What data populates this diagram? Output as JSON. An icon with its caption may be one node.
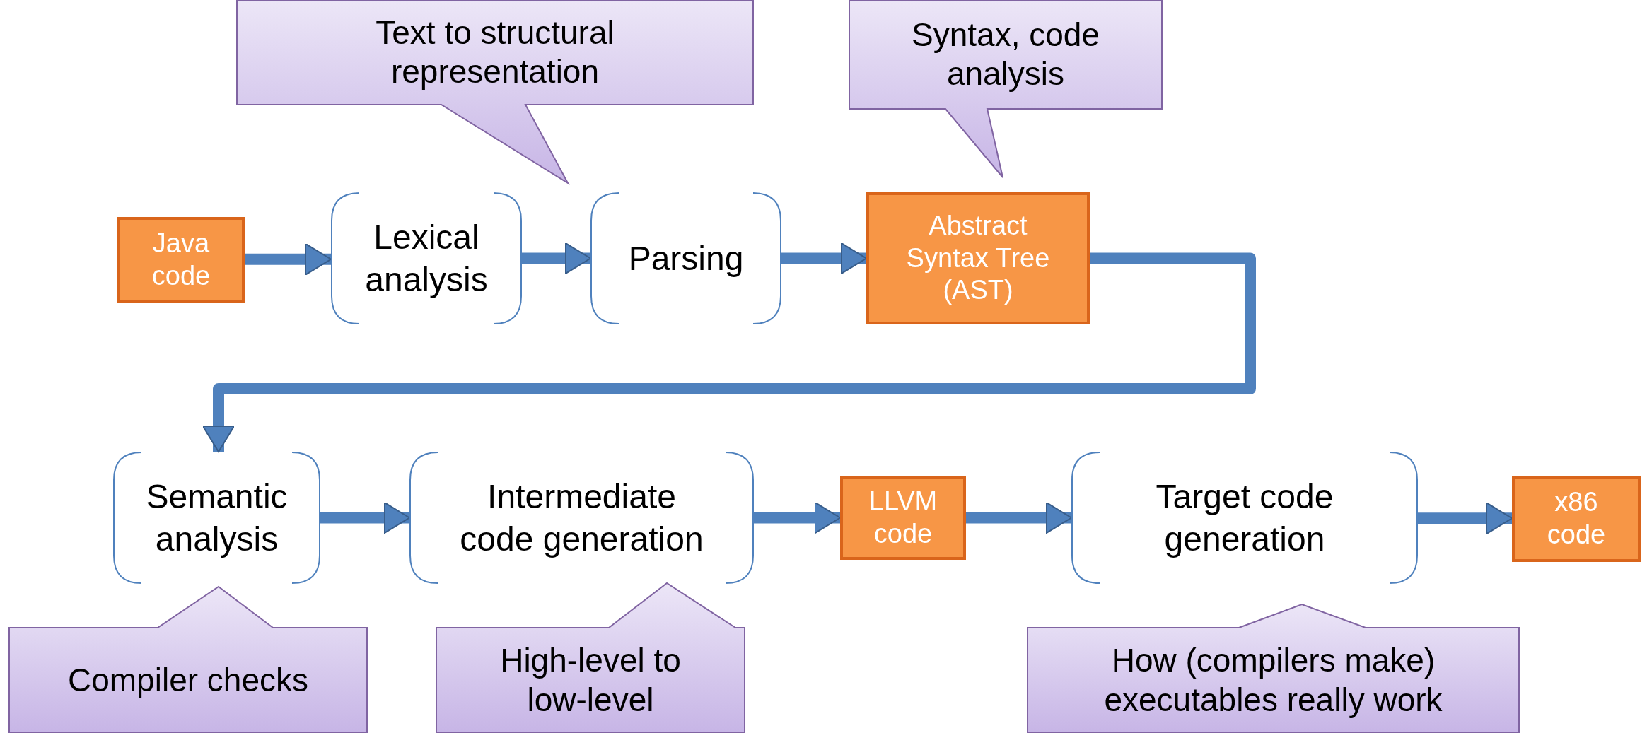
{
  "diagram": {
    "nodes": [
      {
        "text": [
          "Text to structural representation"
        ]
      },
      {
        "text": [
          "Syntax, code analysis"
        ]
      },
      {
        "text": [
          "Java code"
        ]
      },
      {
        "text": [
          "Lexical analysis"
        ]
      },
      {
        "text": [
          "Parsing"
        ]
      },
      {
        "text": [
          "Abstract Syntax Tree (AST)"
        ]
      },
      {
        "text": [
          "Semantic analysis"
        ]
      },
      {
        "text": [
          "Intermediate code generation"
        ]
      },
      {
        "text": [
          "LLVM code"
        ]
      },
      {
        "text": [
          "Target code generation"
        ]
      },
      {
        "text": [
          "x86 code"
        ]
      },
      {
        "text": [
          "Compiler checks"
        ]
      },
      {
        "text": [
          "High-level to low-level"
        ]
      },
      {
        "text": [
          "How (compilers make) executables really work"
        ]
      }
    ],
    "edges": [
      {
        "from": 2,
        "to": 3,
        "arrow": "to"
      },
      {
        "from": 3,
        "to": 4,
        "arrow": "to"
      },
      {
        "from": 4,
        "to": 5,
        "arrow": "to"
      },
      {
        "from": 5,
        "to": 6,
        "arrow": "to"
      },
      {
        "from": 6,
        "to": 7,
        "arrow": "to"
      },
      {
        "from": 7,
        "to": 8,
        "arrow": "to"
      },
      {
        "from": 8,
        "to": 9,
        "arrow": "to"
      },
      {
        "from": 9,
        "to": 10,
        "arrow": "to"
      }
    ]
  }
}
